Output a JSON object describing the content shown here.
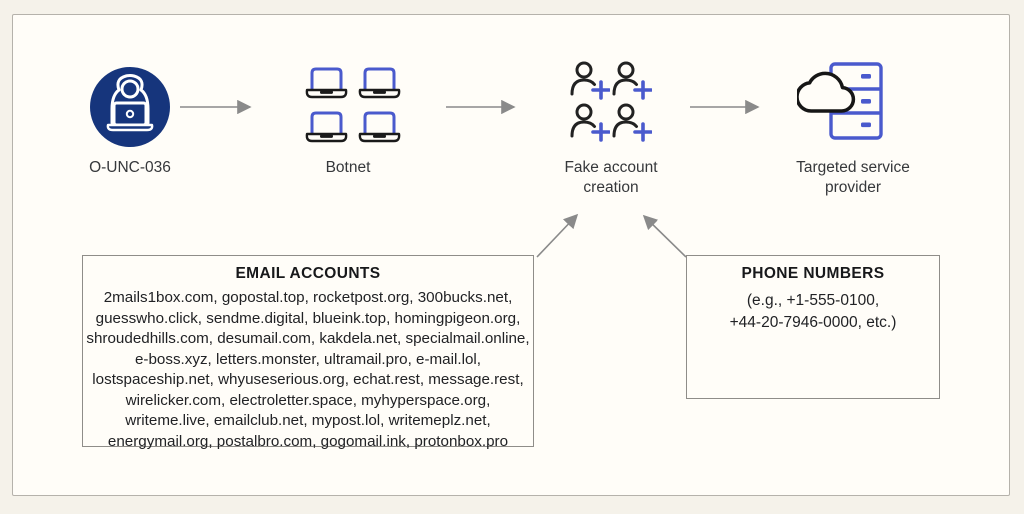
{
  "figure": {
    "type": "flow-diagram",
    "nodes": {
      "actor": {
        "label": "O-UNC-036",
        "icon": "hacker-in-hoodie-icon"
      },
      "botnet": {
        "label": "Botnet",
        "icon": "laptop-grid-icon"
      },
      "fake": {
        "label1": "Fake account",
        "label2": "creation",
        "icon": "person-plus-grid-icon"
      },
      "provider": {
        "label1": "Targeted service",
        "label2": "provider",
        "icon": "cloud-server-icon"
      }
    },
    "flow": [
      "O-UNC-036",
      "Botnet",
      "Fake account creation",
      "Targeted service provider"
    ]
  },
  "email_box": {
    "title": "EMAIL ACCOUNTS",
    "lines": [
      "2mails1box.com, gopostal.top, rocketpost.org, 300bucks.net,",
      "guesswho.click, sendme.digital, blueink.top, homingpigeon.org,",
      "shroudedhills.com, desumail.com, kakdela.net, specialmail.online,",
      "e-boss.xyz, letters.monster, ultramail.pro, e-mail.lol,",
      "lostspaceship.net, whyuseserious.org, echat.rest, message.rest,",
      "wirelicker.com, electroletter.space, myhyperspace.org,",
      "writeme.live, emailclub.net, mypost.lol, writemeplz.net,",
      "energymail.org, postalbro.com, gogomail.ink, protonbox.pro"
    ]
  },
  "phone_box": {
    "title": "PHONE NUMBERS",
    "lines": [
      "(e.g., +1-555-0100,",
      "+44-20-7946-0000, etc.)"
    ]
  },
  "colors": {
    "background": "#f5f2ea",
    "panel_background": "#fffdf8",
    "panel_border": "#b5b2ab",
    "box_border": "#8f8d89",
    "navy_circle": "#16357c",
    "accent_blue": "#4a5acd",
    "icon_black": "#1a1a1a",
    "arrow_gray": "#8a8a8a",
    "text_dark": "#212225"
  }
}
